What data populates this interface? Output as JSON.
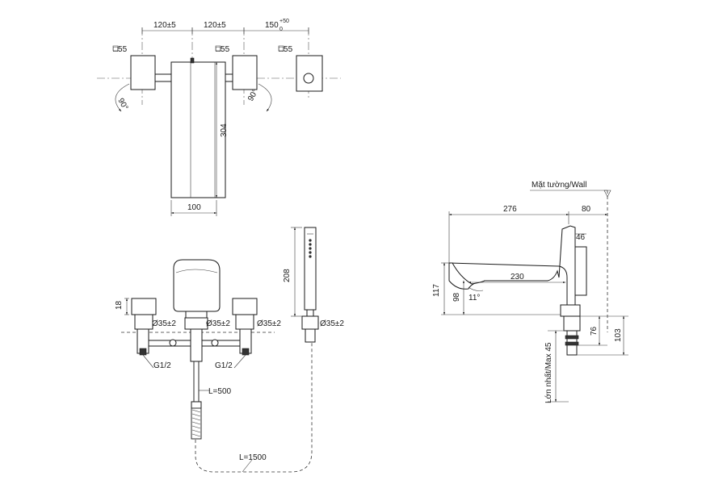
{
  "top_view": {
    "dim_left": "120±5",
    "dim_mid": "120±5",
    "dim_right_base": "150",
    "dim_right_upper": "+50",
    "dim_right_lower": "0",
    "sq_left": "□55",
    "sq_mid": "□55",
    "sq_right": "□55",
    "angle_left": "90°",
    "angle_right": "90°",
    "height": "304",
    "width": "100"
  },
  "front_view": {
    "height_18": "18",
    "dia_left": "Ø35±2",
    "dia_mid": "Ø35±2",
    "dia_right": "Ø35±2",
    "dia_shower": "Ø35±2",
    "thread_left": "G1/2",
    "thread_right": "G1/2",
    "hose_short": "L=500",
    "hose_long": "L=1500",
    "shower_len": "208"
  },
  "side_view": {
    "wall_label": "Mặt tường/Wall",
    "reach": "276",
    "wall_gap": "80",
    "dia_46": "46",
    "spout_len": "230",
    "height_117": "117",
    "height_98": "98",
    "angle": "11°",
    "height_76": "76",
    "height_103": "103",
    "max_label": "Lớn nhất/Max 45"
  }
}
